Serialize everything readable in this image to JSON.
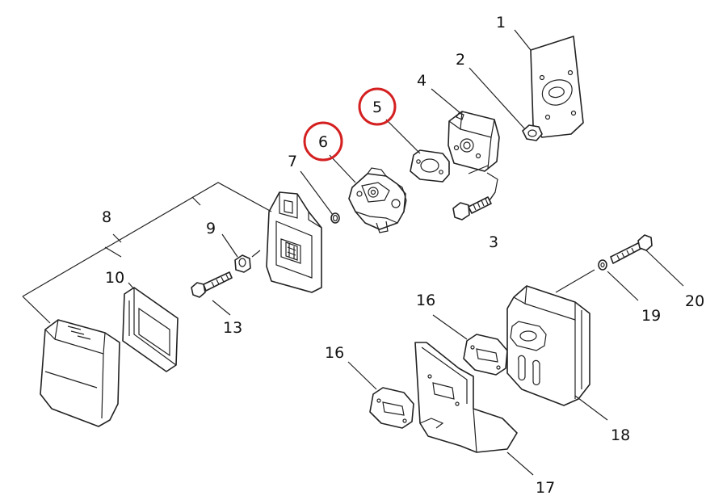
{
  "diagram": {
    "callouts": {
      "c1": "1",
      "c2": "2",
      "c3": "3",
      "c4": "4",
      "c5": "5",
      "c6": "6",
      "c7": "7",
      "c8": "8",
      "c9": "9",
      "c10": "10",
      "c13": "13",
      "c16a": "16",
      "c16b": "16",
      "c17": "17",
      "c18": "18",
      "c19": "19",
      "c20": "20"
    },
    "highlight_color": "#d42020"
  }
}
